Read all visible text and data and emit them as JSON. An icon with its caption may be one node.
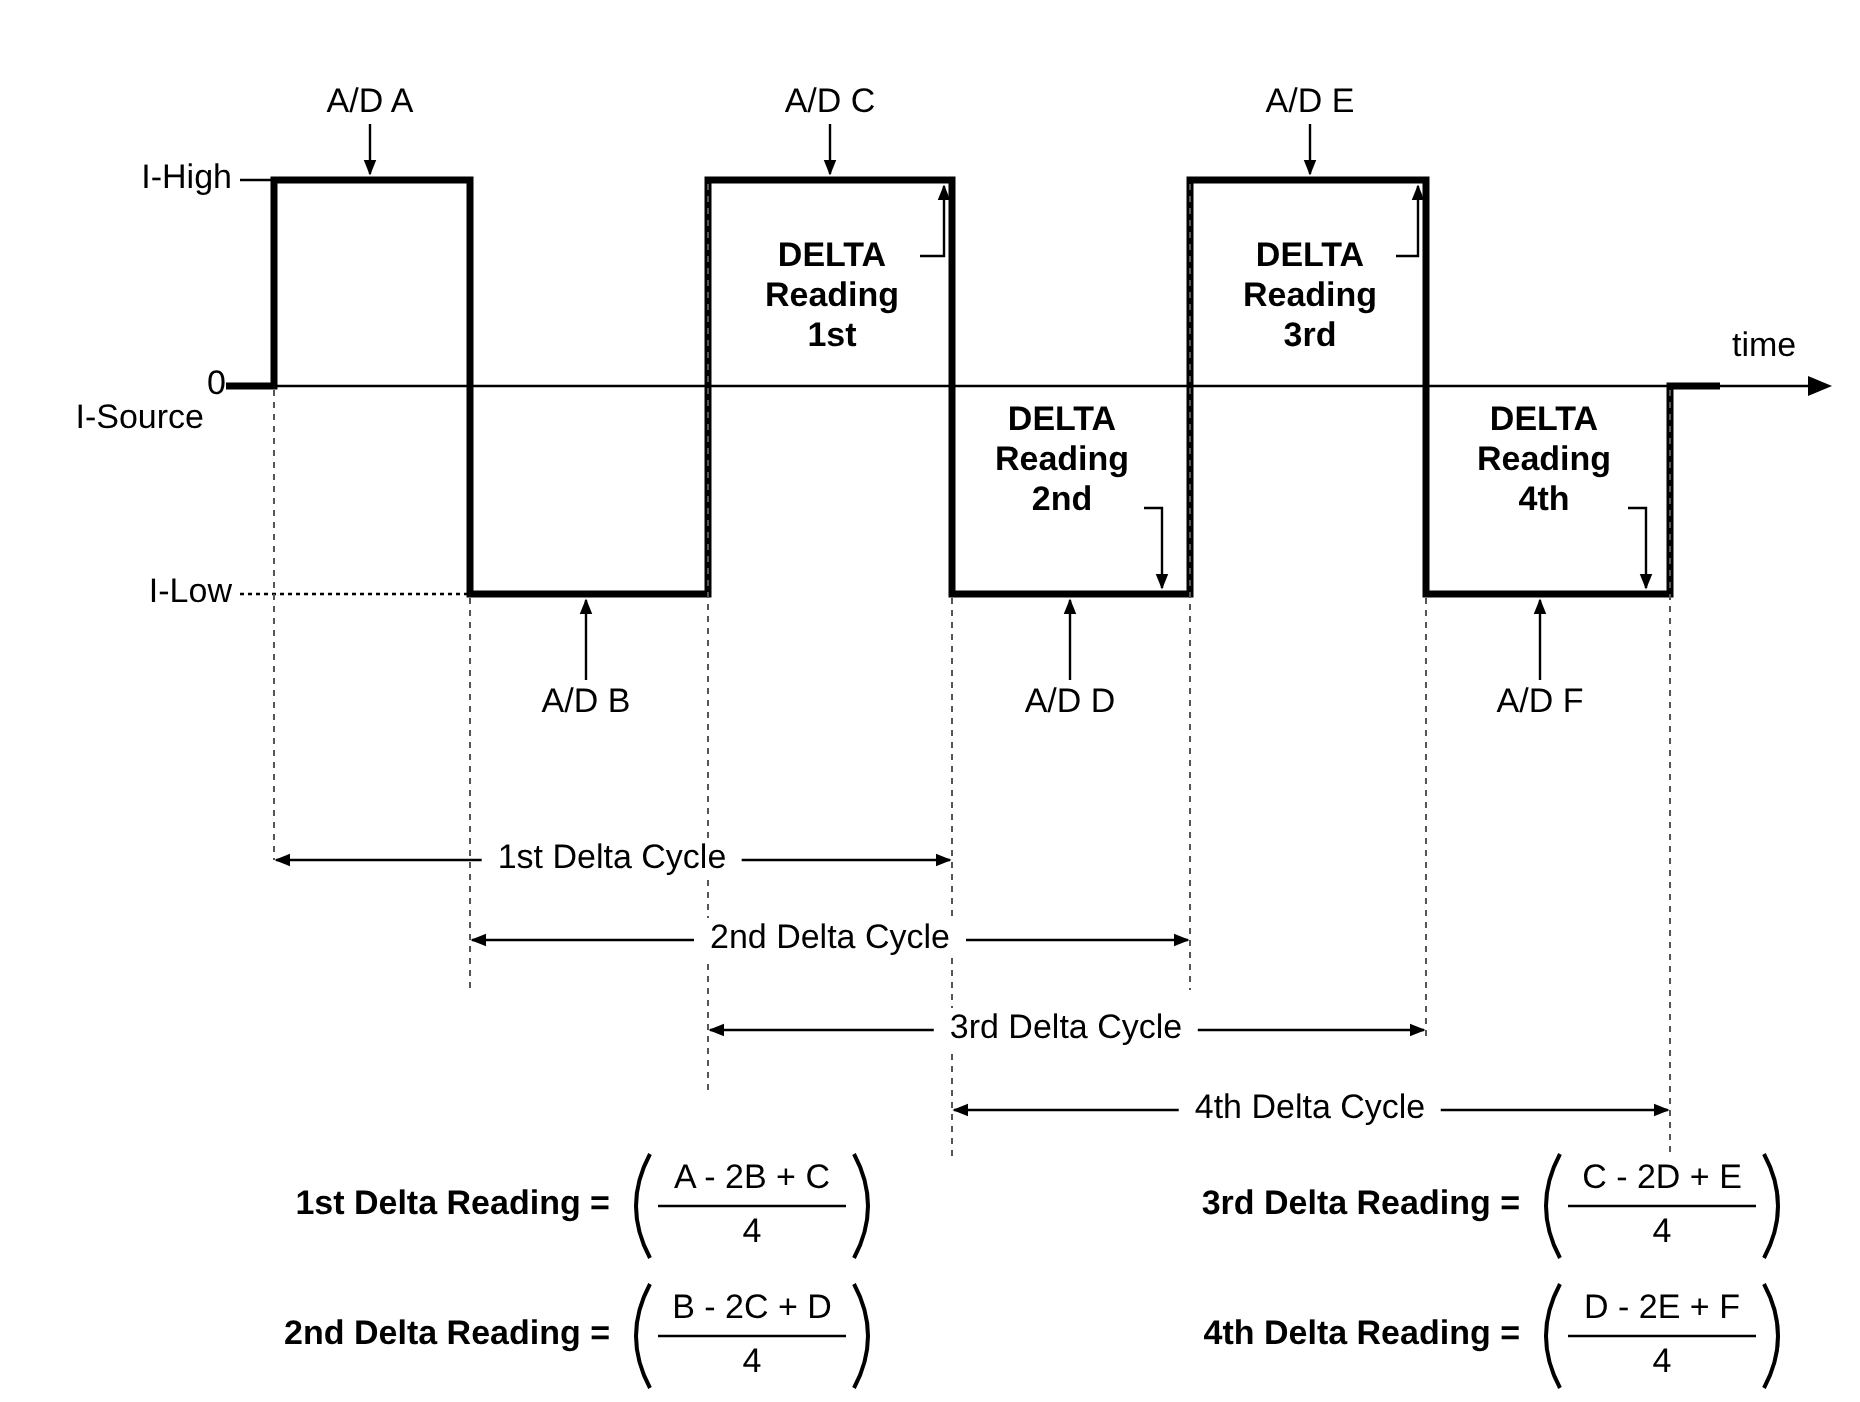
{
  "diagram": {
    "nodes": [
      {
        "text": [
          "A/D A"
        ]
      },
      {
        "text": [
          "A/D C"
        ]
      },
      {
        "text": [
          "A/D E"
        ]
      },
      {
        "text": [
          "DELTA Reading 1st"
        ]
      },
      {
        "text": [
          "DELTA Reading 3rd"
        ]
      },
      {
        "text": [
          "DELTA Reading 2nd"
        ]
      },
      {
        "text": [
          "DELTA Reading 4th"
        ]
      },
      {
        "text": [
          "A/D B"
        ]
      },
      {
        "text": [
          "A/D D"
        ]
      },
      {
        "text": [
          "A/D F"
        ]
      }
    ],
    "edges": [
      {
        "from": 0,
        "to": null,
        "arrow": "to"
      },
      {
        "from": 1,
        "to": null,
        "arrow": "to"
      },
      {
        "from": 2,
        "to": null,
        "arrow": "to"
      },
      {
        "from": 3,
        "to": null,
        "arrow": "to"
      },
      {
        "from": 4,
        "to": null,
        "arrow": "to"
      },
      {
        "from": 5,
        "to": null,
        "arrow": "to"
      },
      {
        "from": 6,
        "to": null,
        "arrow": "to"
      },
      {
        "from": 7,
        "to": null,
        "arrow": "to"
      },
      {
        "from": 8,
        "to": null,
        "arrow": "to"
      },
      {
        "from": 9,
        "to": null,
        "arrow": "to"
      }
    ],
    "labels": [
      "I-High",
      "0",
      "I-Source",
      "time",
      "I-Low",
      "1st Delta Cycle",
      "2nd Delta Cycle",
      "3rd Delta Cycle",
      "4th Delta Cycle",
      "1st Delta Reading =",
      "A - 2B + C",
      "4",
      "3rd Delta Reading =",
      "C - 2D + E",
      "4",
      "2nd Delta Reading =",
      "B - 2C + D",
      "4",
      "4th Delta Reading =",
      "D - 2E + F",
      "4"
    ]
  }
}
